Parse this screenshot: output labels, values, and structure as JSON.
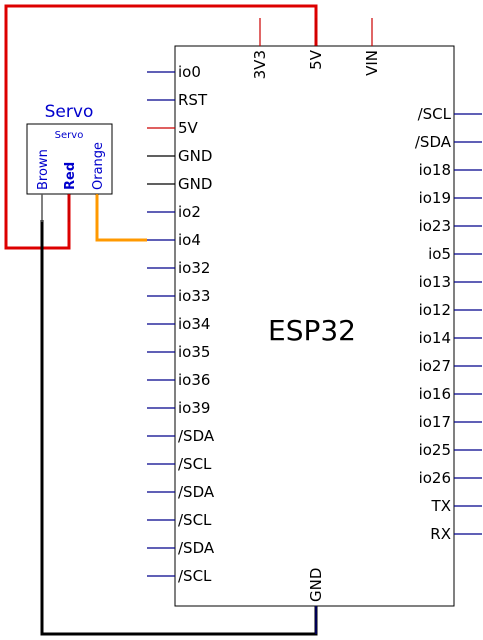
{
  "chip": {
    "title": "ESP32",
    "left_pins": [
      {
        "label": "io0",
        "color": "#00008b"
      },
      {
        "label": "RST",
        "color": "#00008b"
      },
      {
        "label": "5V",
        "color": "#cc0000"
      },
      {
        "label": "GND",
        "color": "#000000"
      },
      {
        "label": "GND",
        "color": "#000000"
      },
      {
        "label": "io2",
        "color": "#00008b"
      },
      {
        "label": "io4",
        "color": "#00008b"
      },
      {
        "label": "io32",
        "color": "#00008b"
      },
      {
        "label": "io33",
        "color": "#00008b"
      },
      {
        "label": "io34",
        "color": "#00008b"
      },
      {
        "label": "io35",
        "color": "#00008b"
      },
      {
        "label": "io36",
        "color": "#00008b"
      },
      {
        "label": "io39",
        "color": "#00008b"
      },
      {
        "label": "/SDA",
        "color": "#00008b"
      },
      {
        "label": "/SCL",
        "color": "#00008b"
      },
      {
        "label": "/SDA",
        "color": "#00008b"
      },
      {
        "label": "/SCL",
        "color": "#00008b"
      },
      {
        "label": "/SDA",
        "color": "#00008b"
      },
      {
        "label": "/SCL",
        "color": "#00008b"
      }
    ],
    "right_pins": [
      {
        "label": "/SCL",
        "color": "#00008b"
      },
      {
        "label": "/SDA",
        "color": "#00008b"
      },
      {
        "label": "io18",
        "color": "#00008b"
      },
      {
        "label": "io19",
        "color": "#00008b"
      },
      {
        "label": "io23",
        "color": "#00008b"
      },
      {
        "label": "io5",
        "color": "#00008b"
      },
      {
        "label": "io13",
        "color": "#00008b"
      },
      {
        "label": "io12",
        "color": "#00008b"
      },
      {
        "label": "io14",
        "color": "#00008b"
      },
      {
        "label": "io27",
        "color": "#00008b"
      },
      {
        "label": "io16",
        "color": "#00008b"
      },
      {
        "label": "io17",
        "color": "#00008b"
      },
      {
        "label": "io25",
        "color": "#00008b"
      },
      {
        "label": "io26",
        "color": "#00008b"
      },
      {
        "label": "TX",
        "color": "#00008b"
      },
      {
        "label": "RX",
        "color": "#00008b"
      }
    ],
    "top_pins": [
      {
        "label": "3V3",
        "color": "#cc0000"
      },
      {
        "label": "5V",
        "color": "#cc0000"
      },
      {
        "label": "VIN",
        "color": "#cc0000"
      }
    ],
    "bottom_pins": [
      {
        "label": "GND",
        "color": "#00008b"
      }
    ]
  },
  "servo": {
    "title": "Servo",
    "body_label": "Servo",
    "wires": [
      {
        "label": "Brown",
        "color": "#0000cc"
      },
      {
        "label": "Red",
        "color": "#0000cc"
      },
      {
        "label": "Orange",
        "color": "#0000cc"
      }
    ],
    "title_color": "#0000cc"
  },
  "colors": {
    "outline": "#000000",
    "power_wire": "#dd0000",
    "signal_wire": "#ff9900",
    "ground_wire": "#000000"
  }
}
